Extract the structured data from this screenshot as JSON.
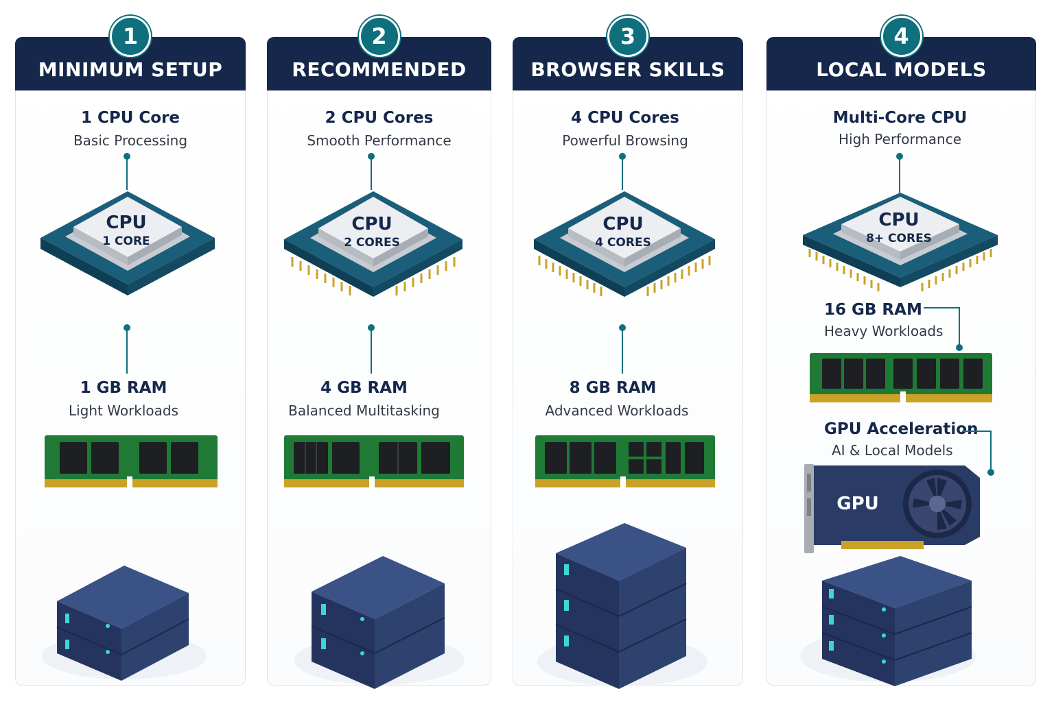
{
  "columns": [
    {
      "number": "1",
      "title": "MINIMUM SETUP",
      "cpu": {
        "title": "1 CPU Core",
        "subtitle": "Basic Processing",
        "chip_label": "CPU",
        "chip_cores": "1 CORE"
      },
      "ram": {
        "title": "1 GB RAM",
        "subtitle": "Light Workloads"
      },
      "server_units": 2
    },
    {
      "number": "2",
      "title": "RECOMMENDED",
      "cpu": {
        "title": "2 CPU Cores",
        "subtitle": "Smooth Performance",
        "chip_label": "CPU",
        "chip_cores": "2 CORES"
      },
      "ram": {
        "title": "4 GB RAM",
        "subtitle": "Balanced Multitasking"
      },
      "server_units": 2
    },
    {
      "number": "3",
      "title": "BROWSER SKILLS",
      "cpu": {
        "title": "4 CPU Cores",
        "subtitle": "Powerful Browsing",
        "chip_label": "CPU",
        "chip_cores": "4 CORES"
      },
      "ram": {
        "title": "8 GB RAM",
        "subtitle": "Advanced Workloads"
      },
      "server_units": 3
    },
    {
      "number": "4",
      "title": "LOCAL MODELS",
      "cpu": {
        "title": "Multi-Core CPU",
        "subtitle": "High Performance",
        "chip_label": "CPU",
        "chip_cores": "8+ CORES"
      },
      "ram": {
        "title": "16 GB RAM",
        "subtitle": "Heavy Workloads"
      },
      "gpu": {
        "title": "GPU Acceleration",
        "subtitle": "AI & Local Models",
        "card_label": "GPU"
      },
      "server_units": 3
    }
  ],
  "colors": {
    "navy": "#15274a",
    "teal": "#0f6f7c",
    "pcb_green": "#1f7a35",
    "chip_black": "#1d1f22",
    "gold": "#c9a227",
    "server_blue": "#2a3b66",
    "led_teal": "#3fd6d0"
  }
}
